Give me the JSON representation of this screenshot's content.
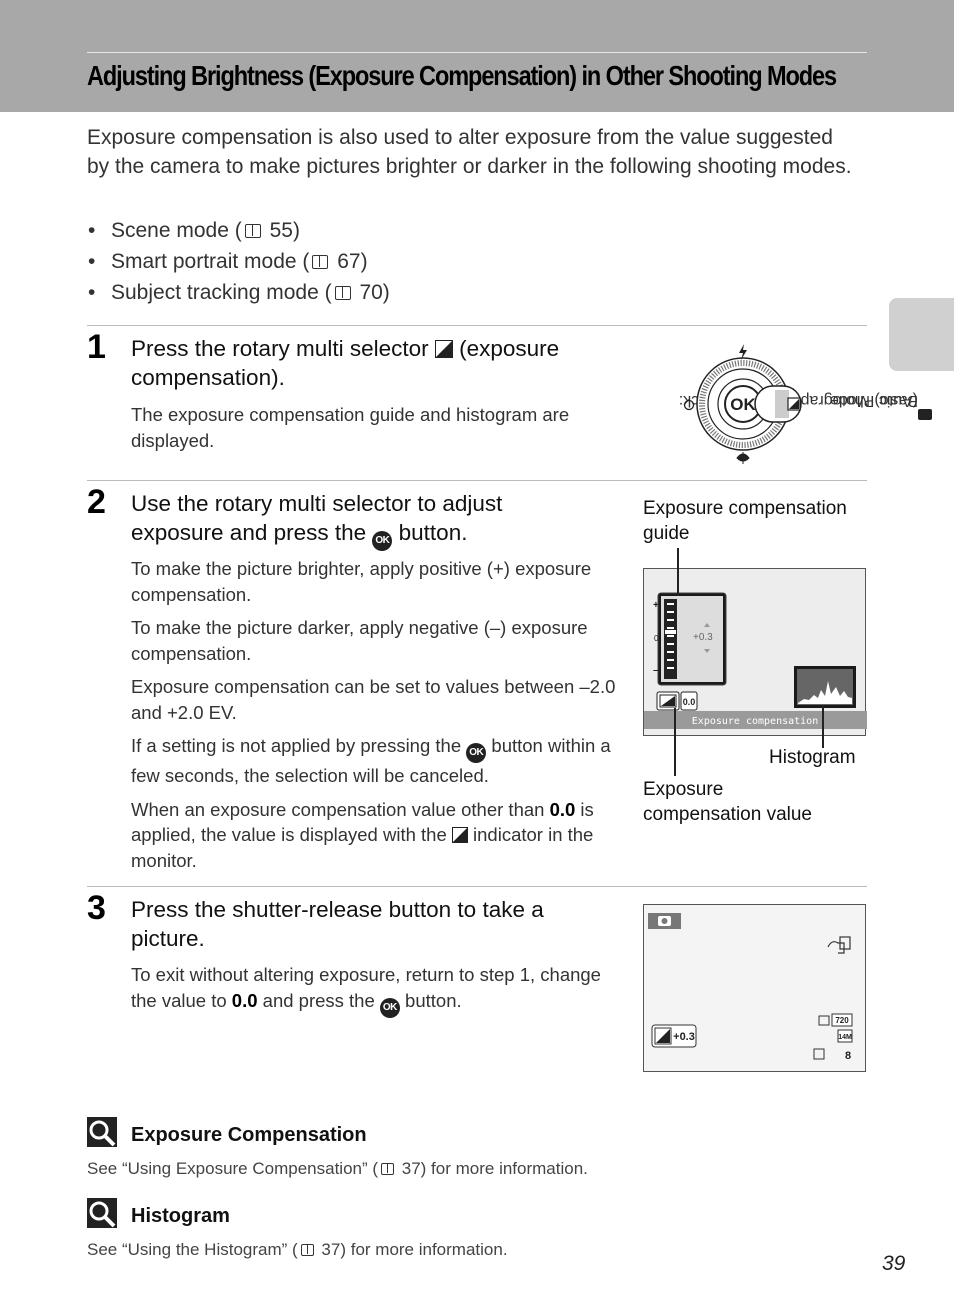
{
  "header": {
    "title": "Adjusting Brightness (Exposure Compensation) in Other Shooting Modes"
  },
  "intro": {
    "text": "Exposure compensation is also used to alter exposure from the value suggested by the camera to make pictures brighter or darker in the following shooting modes.",
    "bullets": [
      {
        "label": "Scene mode (",
        "page": "55)"
      },
      {
        "label": "Smart portrait mode (",
        "page": "67)"
      },
      {
        "label": "Subject tracking mode (",
        "page": "70)"
      }
    ]
  },
  "steps": [
    {
      "number": "1",
      "title_a": "Press the rotary multi selector ",
      "title_b": " (exposure compensation).",
      "body": [
        "The exposure compensation guide and histogram are displayed."
      ]
    },
    {
      "number": "2",
      "title_a": "Use the rotary multi selector to adjust exposure and press the ",
      "title_b": " button.",
      "body": [
        "To make the picture brighter, apply positive (+) exposure compensation.",
        "To make the picture darker, apply negative (–) exposure compensation.",
        "Exposure compensation can be set to values between –2.0 and +2.0 EV."
      ],
      "body4_a": "If a setting is not applied by pressing the ",
      "body4_b": " button within a few seconds, the selection will be canceled.",
      "body5_a": "When an exposure compensation value other than ",
      "body5_bold": "0.0",
      "body5_b": " is applied, the value is displayed with the ",
      "body5_c": " indicator in the monitor."
    },
    {
      "number": "3",
      "title": "Press the shutter-release button to take a picture.",
      "body_a": "To exit without altering exposure, return to step 1, change the value to ",
      "body_bold": "0.0",
      "body_b": " and press the ",
      "body_c": " button."
    }
  ],
  "callouts": {
    "guide": "Exposure compensation guide",
    "histogram": "Histogram",
    "value": "Exposure compensation value"
  },
  "lcd1": {
    "value_readout": "+0.3",
    "indicator": "0.0",
    "bar_label": "Exposure compensation",
    "plus": "+",
    "minus": "–",
    "mid": "0"
  },
  "lcd2": {
    "exp_indicator": "+0.3",
    "movie": "720",
    "size": "14M",
    "count": "8"
  },
  "multiselector": {
    "ok_label": "OK"
  },
  "ok_glyph": "OK",
  "tips": [
    {
      "title": "Exposure Compensation",
      "text_a": "See “Using Exposure Compensation” (",
      "text_b": "37) for more information."
    },
    {
      "title": "Histogram",
      "text_a": "See “Using the Histogram” (",
      "text_b": "37) for more information."
    }
  ],
  "side": {
    "text": "Basic Photography and Playback: ",
    "text_b": " (Auto) Mode"
  },
  "page_number": "39"
}
